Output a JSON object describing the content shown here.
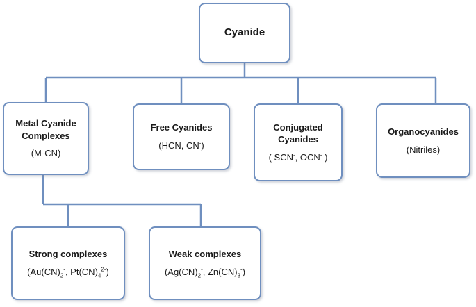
{
  "root": {
    "title": "Cyanide"
  },
  "categories": [
    {
      "id": "metal",
      "title_lines": [
        "Metal Cyanide",
        "Complexes"
      ],
      "formula": [
        {
          "t": "(M-CN)"
        }
      ]
    },
    {
      "id": "free",
      "title_lines": [
        "Free Cyanides"
      ],
      "formula": [
        {
          "t": "(HCN, CN"
        },
        {
          "sup": "-"
        },
        {
          "t": ")"
        }
      ]
    },
    {
      "id": "conjugated",
      "title_lines": [
        "Conjugated",
        "Cyanides"
      ],
      "formula": [
        {
          "t": "( SCN"
        },
        {
          "sup": "-"
        },
        {
          "t": ", OCN"
        },
        {
          "sup": "-"
        },
        {
          "t": " )"
        }
      ]
    },
    {
      "id": "organo",
      "title_lines": [
        "Organocyanides"
      ],
      "formula": [
        {
          "t": "(Nitriles)"
        }
      ]
    }
  ],
  "subcategories": [
    {
      "id": "strong",
      "title_lines": [
        "Strong complexes"
      ],
      "formula": [
        {
          "t": "(Au(CN)"
        },
        {
          "sub": "2"
        },
        {
          "sup": "-"
        },
        {
          "t": ", Pt(CN)"
        },
        {
          "sub": "4"
        },
        {
          "sup": "2-"
        },
        {
          "t": ")"
        }
      ]
    },
    {
      "id": "weak",
      "title_lines": [
        "Weak complexes"
      ],
      "formula": [
        {
          "t": "(Ag(CN)"
        },
        {
          "sub": "2"
        },
        {
          "sup": "-"
        },
        {
          "t": ", Zn(CN)"
        },
        {
          "sub": "3"
        },
        {
          "sup": "-"
        },
        {
          "t": ")"
        }
      ]
    }
  ],
  "colors": {
    "border": "#6f8fbf",
    "connector": "#6f8fbf"
  }
}
